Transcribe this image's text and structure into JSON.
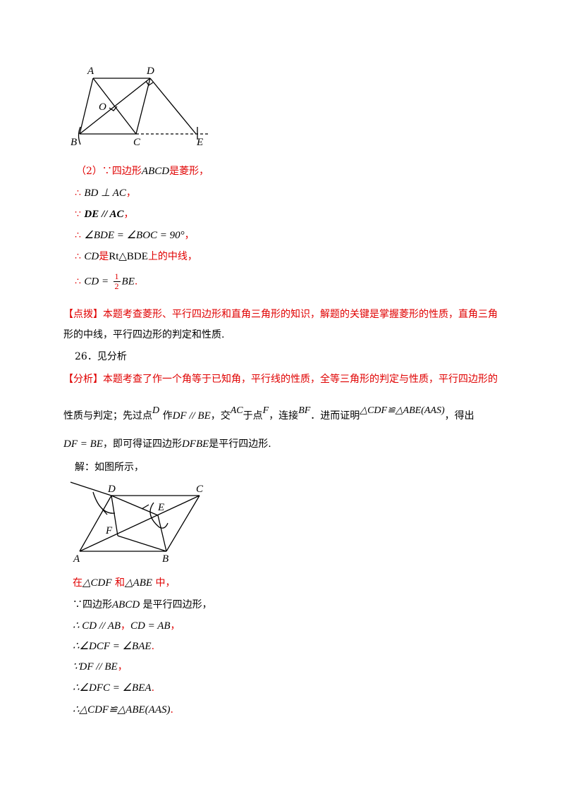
{
  "figure1": {
    "labels": {
      "A": "A",
      "D": "D",
      "O": "O",
      "B": "B",
      "C": "C",
      "E": "E"
    }
  },
  "part2": {
    "l1_prefix": "（2）∵四边形",
    "l1_math": "ABCD",
    "l1_suffix": "是菱形，",
    "l2_therefore": "∴",
    "l2_math": "BD ⊥ AC",
    "l2_end": "，",
    "l3_because": "∵",
    "l3_math": "DE // AC",
    "l3_end": "，",
    "l4_therefore": "∴",
    "l4_math": "∠BDE = ∠BOC = 90°",
    "l4_end": "，",
    "l5_therefore": "∴",
    "l5_math1": "CD",
    "l5_text1": "是",
    "l5_math2": "Rt△BDE",
    "l5_text2": "上的中线，",
    "l6_therefore": "∴",
    "l6_math1": "CD =",
    "l6_frac_num": "1",
    "l6_frac_den": "2",
    "l6_math2": "BE",
    "l6_end": "."
  },
  "dianbo": {
    "line1": "【点拨】本题考查菱形、平行四边形和直角三角形的知识，解题的关键是掌握菱形的性质，直角三角",
    "line2": "形的中线，平行四边形的判定和性质."
  },
  "q26": {
    "header": "26．见分析",
    "analysis_line1": "【分析】本题考查了作一个角等于已知角，平行线的性质，全等三角形的判定与性质，平行四边形的",
    "a2_t1": "性质与判定；先过点",
    "a2_m1": "D",
    "a2_t2": "作",
    "a2_m2": "DF // BE",
    "a2_t3": "，交",
    "a2_m3": "AC",
    "a2_t4": "于点",
    "a2_m4": "F",
    "a2_t5": "，连接",
    "a2_m5": "BF",
    "a2_t6": "．进而证明",
    "a2_m6": "△CDF≌△ABE(AAS)",
    "a2_t7": "，得出",
    "a3_m1": "DF = BE",
    "a3_t1": "，即可得证四边形",
    "a3_m2": "DFBE",
    "a3_t2": "是平行四边形.",
    "solution": "解：如图所示，"
  },
  "figure2": {
    "labels": {
      "D": "D",
      "C": "C",
      "E": "E",
      "F": "F",
      "A": "A",
      "B": "B"
    }
  },
  "proof": {
    "p1_t1": "在",
    "p1_m1": "△CDF",
    "p1_t2": "和",
    "p1_m2": "△ABE",
    "p1_t3": "中，",
    "p2_t1": "∵四边形",
    "p2_m1": "ABCD",
    "p2_t2": "是平行四边形，",
    "p3_m1": "∴ CD // AB",
    "p3_t1": "，",
    "p3_m2": "CD = AB",
    "p3_t2": "，",
    "p4_m1": "∴∠DCF = ∠BAE",
    "p4_t1": ".",
    "p5_m1": "∵DF // BE",
    "p5_t1": "，",
    "p6_m1": "∴∠DFC = ∠BEA",
    "p6_t1": ".",
    "p7_m1": "∴△CDF≌△ABE(AAS)",
    "p7_t1": "."
  }
}
